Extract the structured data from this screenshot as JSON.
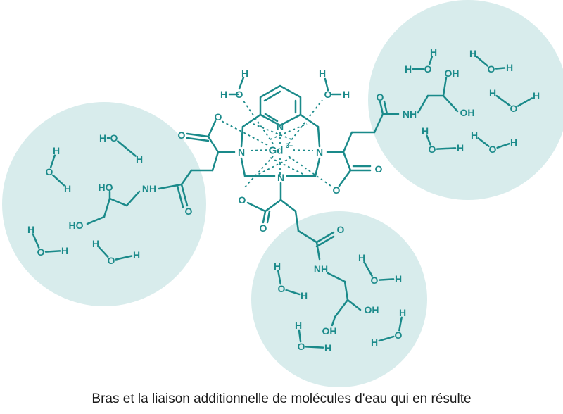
{
  "colors": {
    "teal": "#1a8a8a",
    "bubble": "#d8ecec",
    "caption": "#1a1a1a",
    "background": "#ffffff"
  },
  "labels": {
    "ion": "Gd",
    "charge": "3+",
    "nitrogen": "N",
    "oxygen": "O",
    "hydrogen": "H",
    "amide_nh": "NH",
    "hydroxyl": "OH",
    "hydroxyl_left": "HO"
  },
  "caption": "Bras et la liaison additionnelle de molécules d'eau qui en résulte"
}
